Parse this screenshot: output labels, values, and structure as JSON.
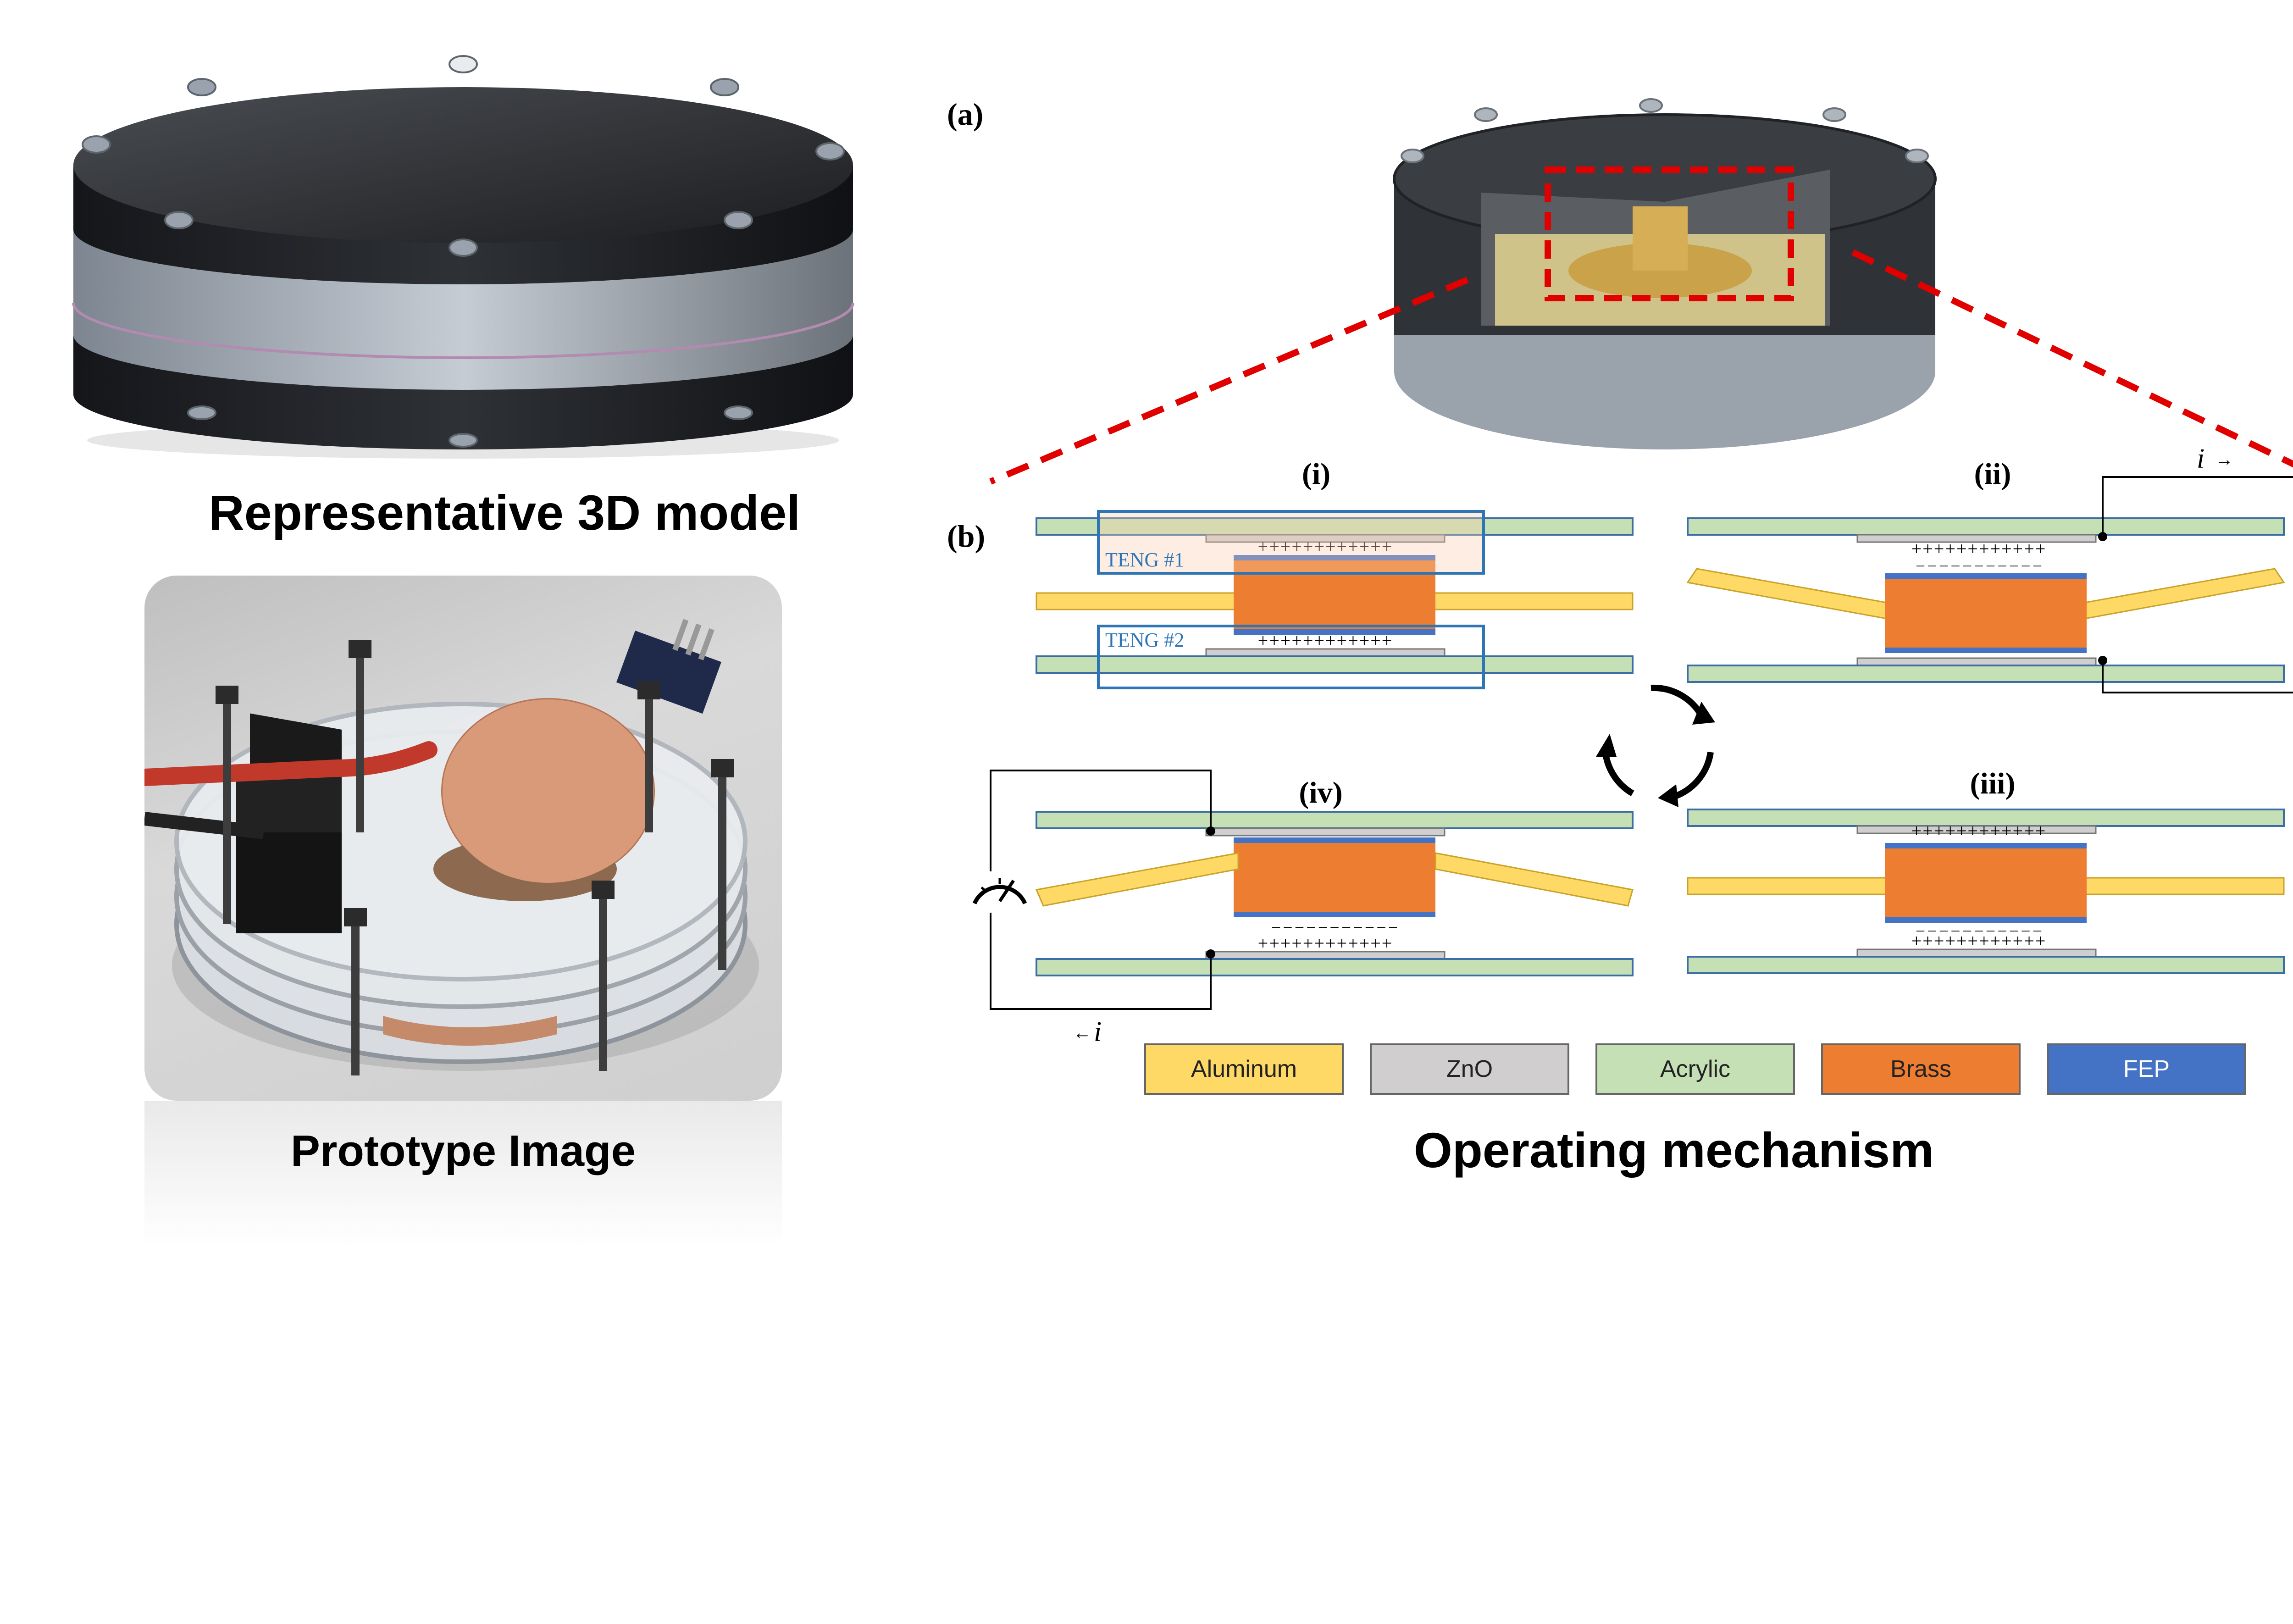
{
  "captions": {
    "model": "Representative 3D model",
    "prototype": "Prototype Image",
    "mechanism": "Operating mechanism"
  },
  "panel_labels": {
    "a": "(a)",
    "b": "(b)"
  },
  "stages": {
    "i": "(i)",
    "ii": "(ii)",
    "iii": "(iii)",
    "iv": "(iv)"
  },
  "teng_labels": {
    "teng1": "TENG #1",
    "teng2": "TENG #2"
  },
  "current_label": "i",
  "charges": {
    "plus": "++++++++++++",
    "minus": "– – – – – – – – – – –",
    "plus_spaced": "+ + + + + + + + + + + +"
  },
  "legend": [
    {
      "label": "Aluminum",
      "color": "#ffd966"
    },
    {
      "label": "ZnO",
      "color": "#d0cece"
    },
    {
      "label": "Acrylic",
      "color": "#c5e0b4"
    },
    {
      "label": "Brass",
      "color": "#ed7d31"
    },
    {
      "label": "FEP",
      "color": "#4472c4"
    }
  ],
  "icons": [
    "cycle-arrows-icon",
    "ammeter-icon"
  ]
}
